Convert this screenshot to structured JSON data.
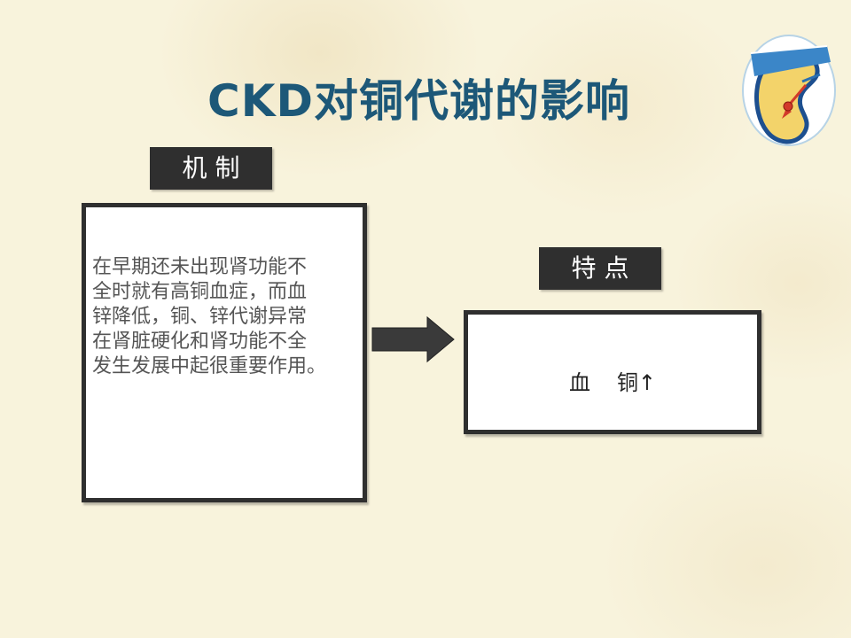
{
  "slide": {
    "title": "CKD对铜代谢的影响"
  },
  "mechanism": {
    "label": "机 制",
    "text": "在早期还未出现肾功能不\n全时就有高铜血症，而血\n锌降低，铜、锌代谢异常\n在肾脏硬化和肾功能不全\n发生发展中起很重要作用。"
  },
  "feature": {
    "label": "特 点",
    "part1": "血",
    "part2": "铜↑"
  },
  "colors": {
    "title": "#1d5878",
    "label_bg": "#2f2f2f",
    "frame": "#2f2f2f",
    "background": "#f8f3dc"
  },
  "icons": {
    "arrow": "arrow-right-icon",
    "logo": "kidney-gauge-logo-icon"
  }
}
